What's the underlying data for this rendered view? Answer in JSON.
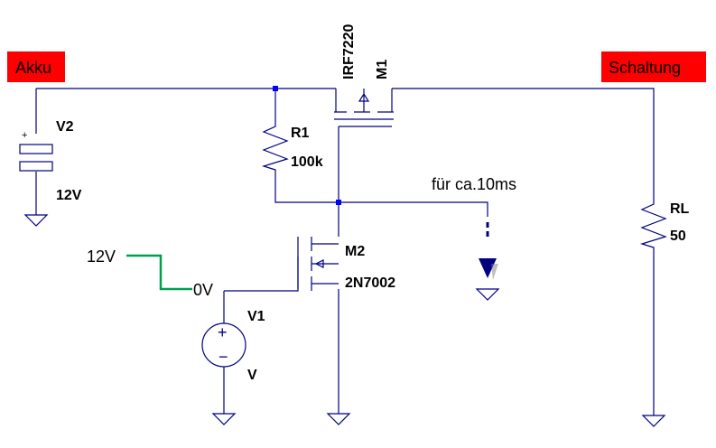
{
  "tags": {
    "left": "Akku",
    "right": "Schaltung"
  },
  "components": {
    "V2": {
      "name": "V2",
      "value": "12V",
      "plus": "+"
    },
    "R1": {
      "name": "R1",
      "value": "100k"
    },
    "M1": {
      "name": "M1",
      "model": "IRF7220"
    },
    "M2": {
      "name": "M2",
      "model": "2N7002"
    },
    "V1": {
      "name": "V1",
      "value": "V",
      "plus": "+",
      "minus": "−"
    },
    "RL": {
      "name": "RL",
      "value": "50"
    }
  },
  "pulse": {
    "high_label": "12V",
    "low_label": "0V",
    "color": "#00a050"
  },
  "probe": {
    "note": "für ca.10ms",
    "color": "#000080"
  },
  "colors": {
    "wire": "#000080",
    "node": "#0000ff",
    "tag_background": "#ff0000"
  }
}
